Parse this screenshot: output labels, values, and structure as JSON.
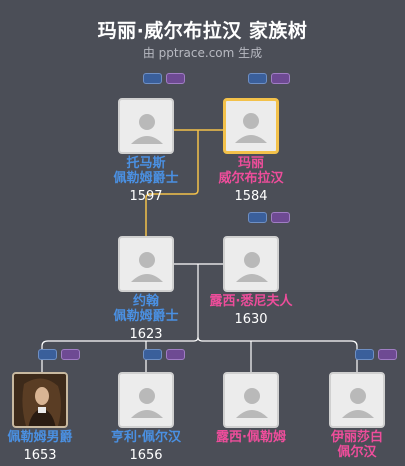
{
  "header": {
    "title": "玛丽·威尔布拉汉 家族树",
    "subtitle": "由 pptrace.com 生成"
  },
  "people": {
    "thomas": {
      "name_line1": "托马斯",
      "name_line2": "佩勒姆爵士",
      "year": "1597"
    },
    "mary": {
      "name_line1": "玛丽",
      "name_line2": "威尔布拉汉",
      "year": "1584"
    },
    "john": {
      "name_line1": "约翰",
      "name_line2": "佩勒姆爵士",
      "year": "1623"
    },
    "lucy_sidney": {
      "name_line1": "露西·悉尼夫人",
      "year": "1630"
    },
    "baron": {
      "name_line1": "佩勒姆男爵",
      "year": "1653"
    },
    "henry": {
      "name_line1": "亨利·佩尔汉",
      "year": "1656"
    },
    "lucy_pelham": {
      "name_line1": "露西·佩勒姆"
    },
    "elizabeth": {
      "name_line1": "伊丽莎白",
      "name_line2": "佩尔汉"
    }
  },
  "colors": {
    "background": "#4b4e57",
    "male": "#4a90e2",
    "female": "#ee4d9b",
    "highlight": "#f3c14a",
    "connector": "#ffffff"
  },
  "icons": {
    "placeholder": "person-silhouette-icon",
    "father_tag": "blue-tag-icon",
    "mother_tag": "purple-tag-icon"
  }
}
